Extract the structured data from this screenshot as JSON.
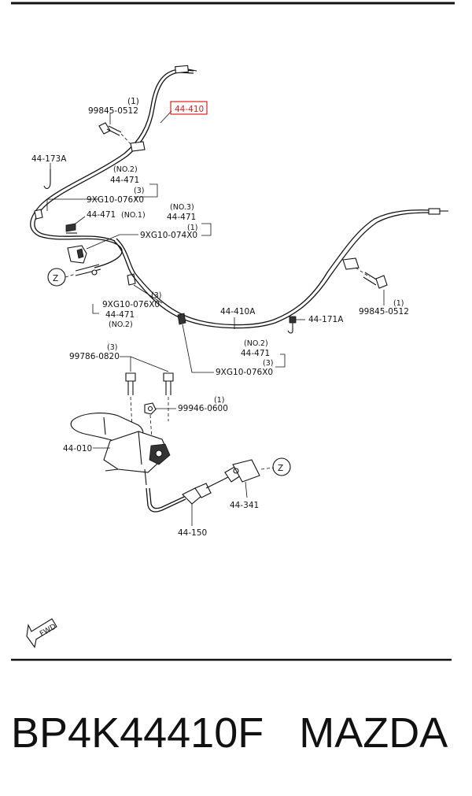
{
  "callouts": {
    "c_99845_0512_top": "99845-0512",
    "c_99845_0512_top_qty": "(1)",
    "c_44_410": "44-410",
    "c_44_173A": "44-173A",
    "c_no2_top": "(NO.2)",
    "c_44_471_top": "44-471",
    "c_qty3_top": "(3)",
    "c_9xg_076_top": "9XG10-076X0",
    "c_44_471_no1": "44-471",
    "c_no1": "(NO.1)",
    "c_no3": "(NO.3)",
    "c_44_471_no3": "44-471",
    "c_qty1_mid": "(1)",
    "c_9xg_074": "9XG10-074X0",
    "c_z_left": "Z",
    "c_qty3_left": "(3)",
    "c_9xg_076_left": "9XG10-076X0",
    "c_44_471_left": "44-471",
    "c_no2_left": "(NO.2)",
    "c_44_410A": "44-410A",
    "c_44_171A": "44-171A",
    "c_99845_0512_right_qty": "(1)",
    "c_99845_0512_right": "99845-0512",
    "c_no2_bottom": "(NO.2)",
    "c_44_471_bottom": "44-471",
    "c_qty3_bottom": "(3)",
    "c_9xg_076_bottom": "9XG10-076X0",
    "c_qty3_bolt": "(3)",
    "c_99786_0820": "99786-0820",
    "c_qty1_nut": "(1)",
    "c_99946_0600": "99946-0600",
    "c_44_010": "44-010",
    "c_z_right": "Z",
    "c_44_341": "44-341",
    "c_44_150": "44-150",
    "c_fwd": "FWD"
  },
  "footer": {
    "part_number": "BP4K44410F",
    "brand": "MAZDA"
  },
  "colors": {
    "highlight": "#e02020",
    "line": "#111111"
  }
}
